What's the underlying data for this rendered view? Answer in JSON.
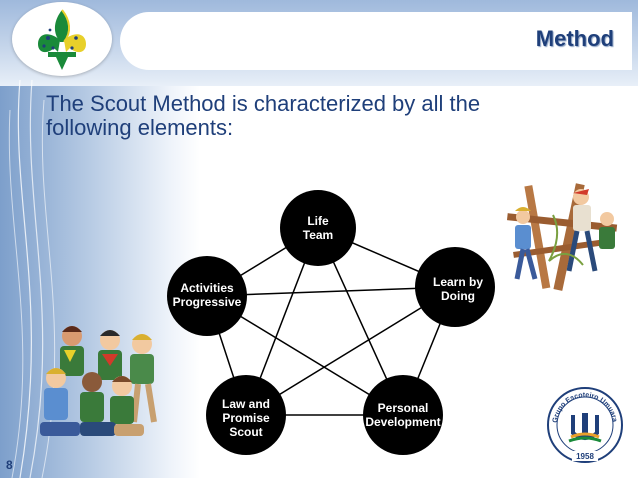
{
  "slide": {
    "title": "Method",
    "intro_line1": "The Scout Method is characterized by all the",
    "intro_line2": "following elements:",
    "page_number": "8"
  },
  "diagram": {
    "nodes": [
      {
        "id": "life-team",
        "line1": "Life",
        "line2": "Team"
      },
      {
        "id": "learn-by-doing",
        "line1": "Learn by",
        "line2": "Doing"
      },
      {
        "id": "personal-development",
        "line1": "Personal",
        "line2": "Development"
      },
      {
        "id": "law-and-promise",
        "line1": "Law and",
        "line2": "Promise",
        "line3": "Scout"
      },
      {
        "id": "activities-progressive",
        "line1": "Activities",
        "line2": "Progressive"
      }
    ]
  },
  "stamp": {
    "ring_text": "Grupo Escoteiro Umuarama",
    "year": "1958"
  },
  "colors": {
    "title": "#1f3f7a",
    "node_fill": "#000000",
    "node_text": "#ffffff"
  },
  "icons": [
    "fleur-de-lis-logo",
    "scouts-group-clipart",
    "scouts-building-clipart",
    "group-stamp-logo"
  ]
}
